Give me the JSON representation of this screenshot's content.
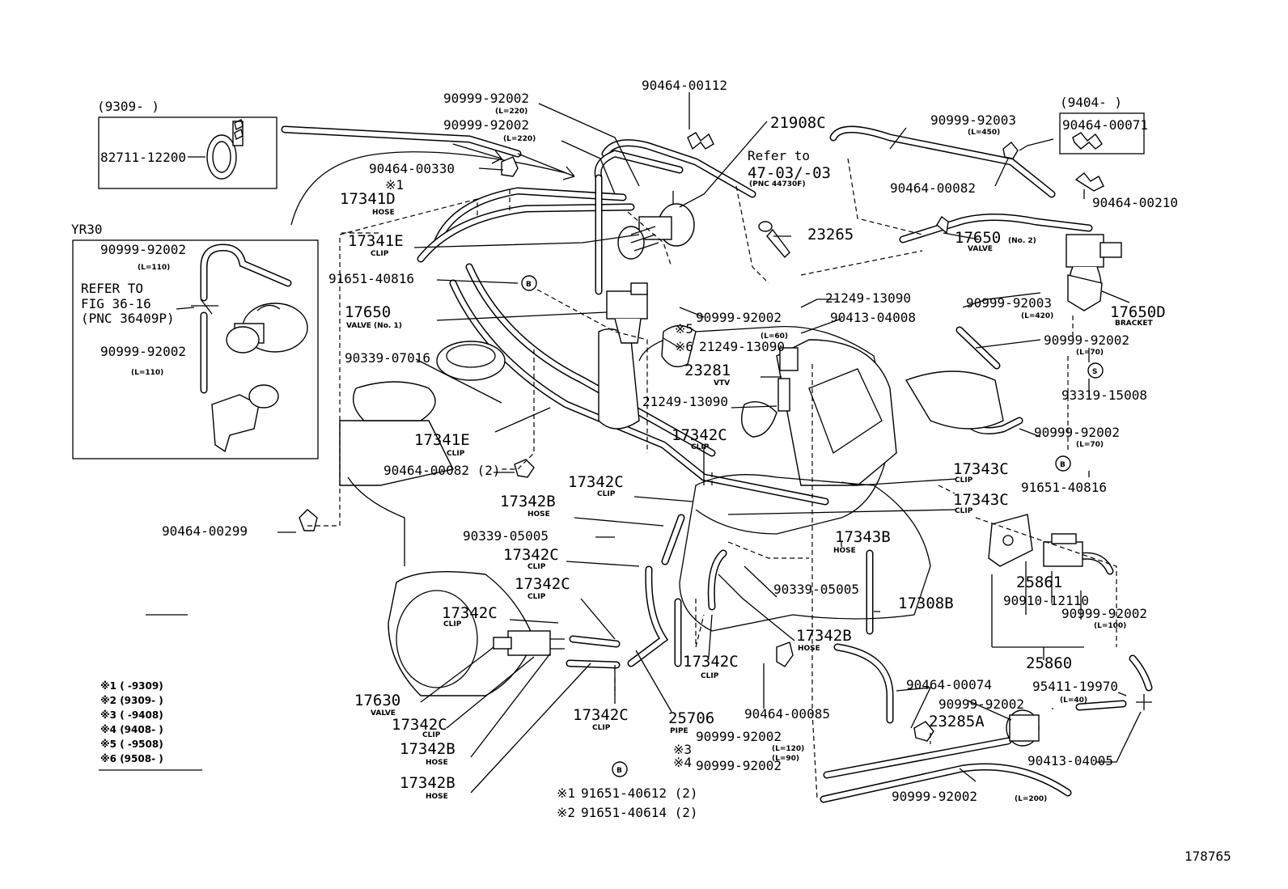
{
  "inset_9309": {
    "header": "(9309-      )",
    "part": "82711-12200"
  },
  "inset_9404": {
    "header": "(9404-      )",
    "part": "90464-00071"
  },
  "inset_yr30": {
    "title": "YR30",
    "hose1": "90999-92002",
    "hose1_len": "(L=110)",
    "refer": [
      "REFER TO",
      "FIG 36-16",
      "(PNC 36409P)"
    ],
    "hose2": "90999-92002",
    "hose2_len": "(L=110)"
  },
  "labels": [
    {
      "id": "l1",
      "text": "90464-00112",
      "cls": "pn"
    },
    {
      "id": "l2",
      "text": "90999-92002",
      "cls": "pn"
    },
    {
      "id": "l2s",
      "text": "(L=220)",
      "cls": "sm"
    },
    {
      "id": "l3",
      "text": "90999-92002",
      "cls": "pn"
    },
    {
      "id": "l3s",
      "text": "(L=220)",
      "cls": "sm"
    },
    {
      "id": "l4",
      "text": "21908C",
      "cls": "big"
    },
    {
      "id": "l5",
      "text": "Refer to",
      "cls": "pn"
    },
    {
      "id": "l6",
      "text": "47-03/-03",
      "cls": "big"
    },
    {
      "id": "l6s",
      "text": "(PNC 44730F)",
      "cls": "sm"
    },
    {
      "id": "l7",
      "text": "90464-00330",
      "cls": "pn"
    },
    {
      "id": "l8",
      "text": "※1",
      "cls": "pn"
    },
    {
      "id": "l9",
      "text": "17341D",
      "cls": "big"
    },
    {
      "id": "l9s",
      "text": "HOSE",
      "cls": "sm"
    },
    {
      "id": "l10",
      "text": "17341E",
      "cls": "big"
    },
    {
      "id": "l10s",
      "text": "CLIP",
      "cls": "sm"
    },
    {
      "id": "l11",
      "text": "91651-40816",
      "cls": "pn"
    },
    {
      "id": "l12",
      "text": "17650",
      "cls": "big"
    },
    {
      "id": "l12s",
      "text": "VALVE (No. 1)",
      "cls": "sm"
    },
    {
      "id": "l13",
      "text": "90339-07016",
      "cls": "pn"
    },
    {
      "id": "l14",
      "text": "17341E",
      "cls": "big"
    },
    {
      "id": "l14s",
      "text": "CLIP",
      "cls": "sm"
    },
    {
      "id": "l15",
      "text": "90464-00082 (2)",
      "cls": "pn"
    },
    {
      "id": "l16",
      "text": "90464-00299",
      "cls": "pn"
    },
    {
      "id": "l17",
      "text": "90999-92003",
      "cls": "pn"
    },
    {
      "id": "l17s",
      "text": "(L=450)",
      "cls": "sm"
    },
    {
      "id": "l18",
      "text": "90464-00082",
      "cls": "pn"
    },
    {
      "id": "l19",
      "text": "90464-00210",
      "cls": "pn"
    },
    {
      "id": "l20",
      "text": "23265",
      "cls": "big"
    },
    {
      "id": "l21",
      "text": "17650",
      "cls": "big"
    },
    {
      "id": "l21s",
      "text": "VALVE",
      "cls": "sm"
    },
    {
      "id": "l21t",
      "text": "(No. 2)",
      "cls": "sm"
    },
    {
      "id": "l22",
      "text": "21249-13090",
      "cls": "pn"
    },
    {
      "id": "l23",
      "text": "90413-04008",
      "cls": "pn"
    },
    {
      "id": "l24",
      "text": "90999-92003",
      "cls": "pn"
    },
    {
      "id": "l24s",
      "text": "(L=420)",
      "cls": "sm"
    },
    {
      "id": "l25",
      "text": "17650D",
      "cls": "big"
    },
    {
      "id": "l25s",
      "text": "BRACKET",
      "cls": "sm"
    },
    {
      "id": "l26",
      "text": "90999-92002",
      "cls": "pn"
    },
    {
      "id": "l27",
      "text": "※5",
      "cls": "pn"
    },
    {
      "id": "l27s",
      "text": "(L=60)",
      "cls": "sm"
    },
    {
      "id": "l28",
      "text": "※6",
      "cls": "pn"
    },
    {
      "id": "l28b",
      "text": "21249-13090",
      "cls": "pn"
    },
    {
      "id": "l29",
      "text": "90999-92002",
      "cls": "pn"
    },
    {
      "id": "l29s",
      "text": "(L=70)",
      "cls": "sm"
    },
    {
      "id": "l30",
      "text": "23281",
      "cls": "big"
    },
    {
      "id": "l30s",
      "text": "VTV",
      "cls": "sm"
    },
    {
      "id": "l31",
      "text": "93319-15008",
      "cls": "pn"
    },
    {
      "id": "l32",
      "text": "21249-13090",
      "cls": "pn"
    },
    {
      "id": "l33",
      "text": "17342C",
      "cls": "big"
    },
    {
      "id": "l33s",
      "text": "CLIP",
      "cls": "sm"
    },
    {
      "id": "l34",
      "text": "90999-92002",
      "cls": "pn"
    },
    {
      "id": "l34s",
      "text": "(L=70)",
      "cls": "sm"
    },
    {
      "id": "l35",
      "text": "17343C",
      "cls": "big"
    },
    {
      "id": "l35s",
      "text": "CLIP",
      "cls": "sm"
    },
    {
      "id": "l36",
      "text": "91651-40816",
      "cls": "pn"
    },
    {
      "id": "l37",
      "text": "17342C",
      "cls": "big"
    },
    {
      "id": "l37s",
      "text": "CLIP",
      "cls": "sm"
    },
    {
      "id": "l38",
      "text": "17343C",
      "cls": "big"
    },
    {
      "id": "l38s",
      "text": "CLIP",
      "cls": "sm"
    },
    {
      "id": "l39",
      "text": "17342B",
      "cls": "big"
    },
    {
      "id": "l39s",
      "text": "HOSE",
      "cls": "sm"
    },
    {
      "id": "l40",
      "text": "90339-05005",
      "cls": "pn"
    },
    {
      "id": "l41",
      "text": "17343B",
      "cls": "big"
    },
    {
      "id": "l41s",
      "text": "HOSE",
      "cls": "sm"
    },
    {
      "id": "l42",
      "text": "17342C",
      "cls": "big"
    },
    {
      "id": "l42s",
      "text": "CLIP",
      "cls": "sm"
    },
    {
      "id": "l43",
      "text": "25861",
      "cls": "big"
    },
    {
      "id": "l44",
      "text": "90910-12110",
      "cls": "pn"
    },
    {
      "id": "l45",
      "text": "90999-92002",
      "cls": "pn"
    },
    {
      "id": "l45s",
      "text": "(L=100)",
      "cls": "sm"
    },
    {
      "id": "l46",
      "text": "17342C",
      "cls": "big"
    },
    {
      "id": "l46s",
      "text": "CLIP",
      "cls": "sm"
    },
    {
      "id": "l47",
      "text": "90339-05005",
      "cls": "pn"
    },
    {
      "id": "l48",
      "text": "17308B",
      "cls": "big"
    },
    {
      "id": "l49",
      "text": "17342C",
      "cls": "big"
    },
    {
      "id": "l49s",
      "text": "CLIP",
      "cls": "sm"
    },
    {
      "id": "l50",
      "text": "17342B",
      "cls": "big"
    },
    {
      "id": "l50s",
      "text": "HOSE",
      "cls": "sm"
    },
    {
      "id": "l51",
      "text": "25860",
      "cls": "big"
    },
    {
      "id": "l52",
      "text": "17342C",
      "cls": "big"
    },
    {
      "id": "l52s",
      "text": "CLIP",
      "cls": "sm"
    },
    {
      "id": "l53",
      "text": "90464-00074",
      "cls": "pn"
    },
    {
      "id": "l54",
      "text": "95411-19970",
      "cls": "pn"
    },
    {
      "id": "l54s",
      "text": "(L=40)",
      "cls": "sm"
    },
    {
      "id": "l55",
      "text": "90999-92002",
      "cls": "pn"
    },
    {
      "id": "l56",
      "text": "23285A",
      "cls": "big"
    },
    {
      "id": "l57",
      "text": "17630",
      "cls": "big"
    },
    {
      "id": "l57s",
      "text": "VALVE",
      "cls": "sm"
    },
    {
      "id": "l58",
      "text": "17342C",
      "cls": "big"
    },
    {
      "id": "l58s",
      "text": "CLIP",
      "cls": "sm"
    },
    {
      "id": "l59",
      "text": "17342C",
      "cls": "big"
    },
    {
      "id": "l59s",
      "text": "CLIP",
      "cls": "sm"
    },
    {
      "id": "l60",
      "text": "25706",
      "cls": "big"
    },
    {
      "id": "l60s",
      "text": "PIPE",
      "cls": "sm"
    },
    {
      "id": "l61",
      "text": "90464-00085",
      "cls": "pn"
    },
    {
      "id": "l62",
      "text": "90999-92002",
      "cls": "pn"
    },
    {
      "id": "l63",
      "text": "※3",
      "cls": "pn"
    },
    {
      "id": "l63s",
      "text": "(L=120)",
      "cls": "sm"
    },
    {
      "id": "l64",
      "text": "※4",
      "cls": "pn"
    },
    {
      "id": "l64b",
      "text": "90999-92002",
      "cls": "pn"
    },
    {
      "id": "l64s",
      "text": "(L=90)",
      "cls": "sm"
    },
    {
      "id": "l65",
      "text": "90413-04005",
      "cls": "pn"
    },
    {
      "id": "l66",
      "text": "17342B",
      "cls": "big"
    },
    {
      "id": "l66s",
      "text": "HOSE",
      "cls": "sm"
    },
    {
      "id": "l67",
      "text": "17342B",
      "cls": "big"
    },
    {
      "id": "l67s",
      "text": "HOSE",
      "cls": "sm"
    },
    {
      "id": "l68",
      "text": "※1",
      "cls": "pn"
    },
    {
      "id": "l68b",
      "text": "91651-40612 (2)",
      "cls": "pn"
    },
    {
      "id": "l69",
      "text": "※2",
      "cls": "pn"
    },
    {
      "id": "l69b",
      "text": "91651-40614 (2)",
      "cls": "pn"
    },
    {
      "id": "l70",
      "text": "90999-92002",
      "cls": "pn"
    },
    {
      "id": "l70s",
      "text": "(L=200)",
      "cls": "sm"
    }
  ],
  "callouts": {
    "b": "B",
    "s": "S"
  },
  "legend": [
    "※1 (      -9309)",
    "※2 (9309-      )",
    "※3 (      -9408)",
    "※4 (9408-      )",
    "※5 (      -9508)",
    "※6 (9508-      )"
  ],
  "figure_number": "178765"
}
